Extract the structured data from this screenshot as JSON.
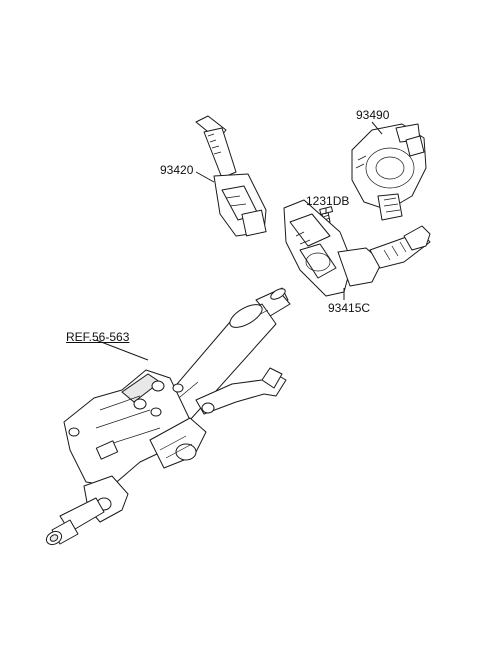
{
  "labels": {
    "p93490": "93490",
    "p93420": "93420",
    "p1231DB": "1231DB",
    "p93415C": "93415C",
    "ref": "REF.56-563"
  }
}
